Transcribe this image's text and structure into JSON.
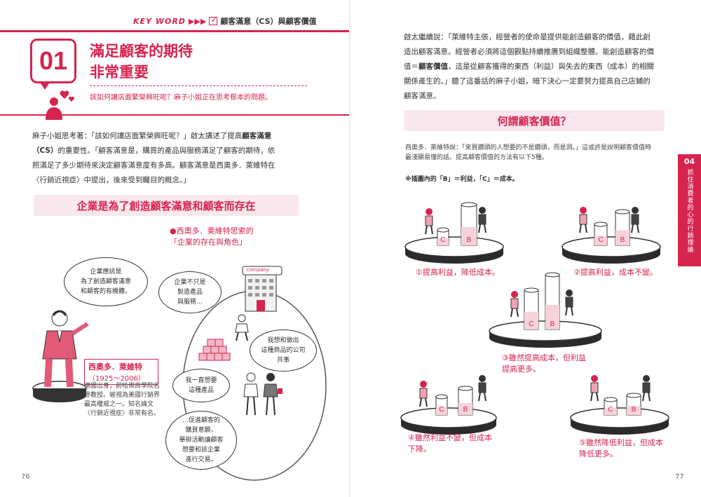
{
  "header": {
    "keyword_tag": "KEY WORD",
    "arrows": "▶▶▶",
    "topic": "顧客滿意（CS）與顧客價值"
  },
  "section": {
    "number": "01",
    "title_line1": "滿足顧客的期待",
    "title_line2": "非常重要",
    "subtitle": "該如何讓店面繁榮興旺呢？麻子小姐正在思考根本的問題。"
  },
  "left_body": {
    "line1": "麻子小姐思考著：「該如何讓店面繁榮興旺呢？」啟太講述了提高",
    "line1_bold": "顧客滿意",
    "line2_bold": "（CS）",
    "line2": "的重要性。「顧客滿意是，購買的產品與服務滿足了顧客的期待，依",
    "line3": "照滿足了多少期待來決定顧客滿意度有多高。顧客滿意是西奧多．萊維特在",
    "line4": "〈行銷近視症〉中提出，後來受到矚目的概念。」"
  },
  "band_left": "企業是為了創造顧客滿意和顧客而存在",
  "diagram_caption": {
    "line1": "●西奧多．萊維特思索的",
    "line2": "「企業的存在與角色」"
  },
  "bubbles": {
    "b1": "企業應該是\n為了創造顧客滿意\n和顧客的有機體。",
    "b2": "企業不只是\n製造產品\n與服務…",
    "b3": "我想和做出\n這種商品的公司\n共事",
    "b4": "我一直想要\n這種產品",
    "b5": "…促進顧客的\n購買意願，\n舉辦活動讓顧客\n想要和該企業\n進行交易。"
  },
  "company_label": "company",
  "bio": {
    "name": "西奧多．萊維特",
    "dates": "（1925〜2006）",
    "text": "德國出身，前哈佛商學院名譽教授。被視為美國行銷界最高權威之一。知名論文〈行銷近視症〉非常有名。"
  },
  "page_numbers": {
    "left": "76",
    "right": "77"
  },
  "right_body": {
    "line1": "啟太繼續說：「萊維特主張，經營者的使命是提供能創造顧客的價值，藉此創",
    "line2": "造出顧客滿意。經營者必須將這個觀點持續推廣到組織整體。能創造顧客的價",
    "line3_pre": "值＝",
    "line3_bold": "顧客價值",
    "line3": "，這是從顧客獲得的東西（利益）與失去的東西（成本）的相關",
    "line4": "關係產生的。」聽了這番話的麻子小姐，暗下決心一定要努力提高自己店鋪的",
    "line5": "顧客滿意。"
  },
  "band_right": "何謂顧客價值？",
  "right_small": {
    "line1": "西奧多．萊維特說：「來買鑽頭的人想要的不是鑽頭，而是洞。」這或許是說明顧客價值時",
    "line2": "最淺顯易懂的話。提高顧客價值的方法有以下5種。"
  },
  "note": "※插圖內的「B」＝利益，「C」＝成本。",
  "methods": [
    {
      "label": "①提高利益，降低成本。"
    },
    {
      "label": "②提高利益，成本不變。"
    },
    {
      "label1": "③雖然提高成本，但利益",
      "label2": "提高更多。"
    },
    {
      "label1": "④雖然利益不變，但成本",
      "label2": "下降。"
    },
    {
      "label1": "⑤雖然降低利益，但成本",
      "label2": "降低更多。"
    }
  ],
  "cylinder_letters": {
    "c": "C",
    "b": "B"
  },
  "side_tab": {
    "number": "04",
    "text": "抓住消費者的心的行銷理論"
  },
  "colors": {
    "accent": "#d6244f",
    "band": "#f8e7ec"
  }
}
